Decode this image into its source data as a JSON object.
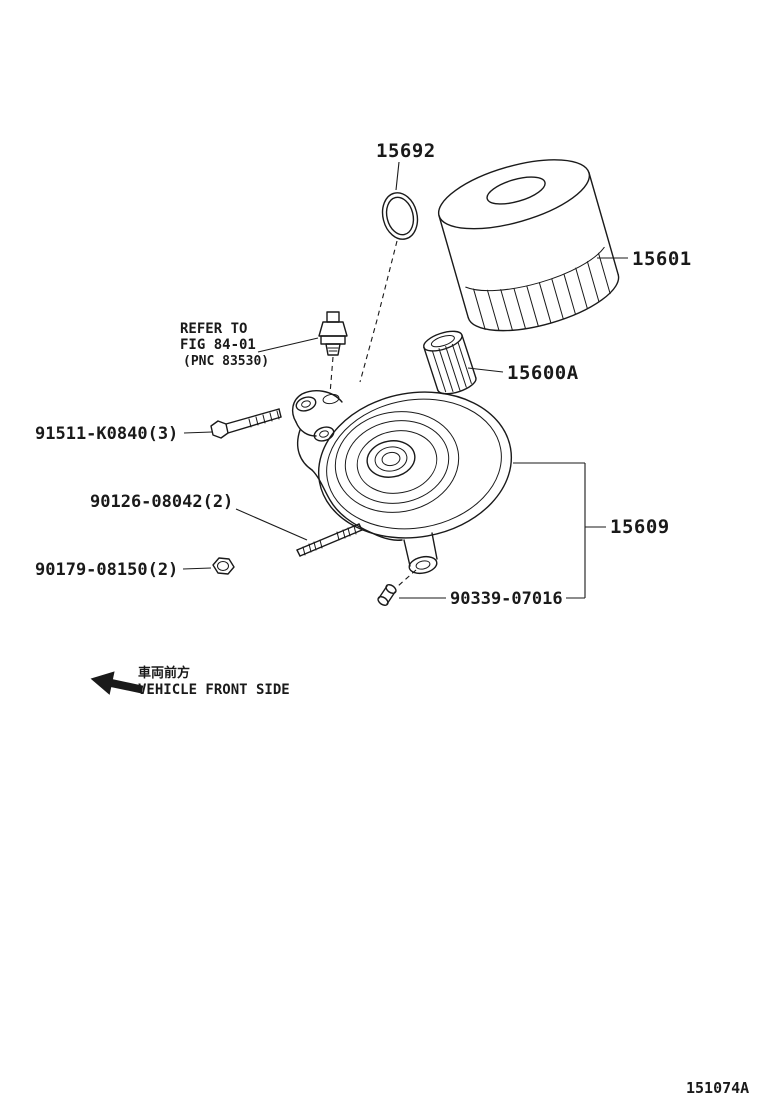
{
  "page": {
    "code": "151074A"
  },
  "colors": {
    "line": "#1a1a1a",
    "background": "#ffffff"
  },
  "labels": {
    "part_15692": "15692",
    "part_15601": "15601",
    "part_15600A": "15600A",
    "part_15609": "15609",
    "part_91511": "91511-K0840(3)",
    "part_90126": "90126-08042(2)",
    "part_90179": "90179-08150(2)",
    "part_90339": "90339-07016",
    "refer_line1": "REFER TO",
    "refer_line2": "FIG 84-01",
    "refer_line3": "(PNC 83530)",
    "front_side_jp": "車両前方",
    "front_side_en": "VEHICLE FRONT SIDE"
  }
}
